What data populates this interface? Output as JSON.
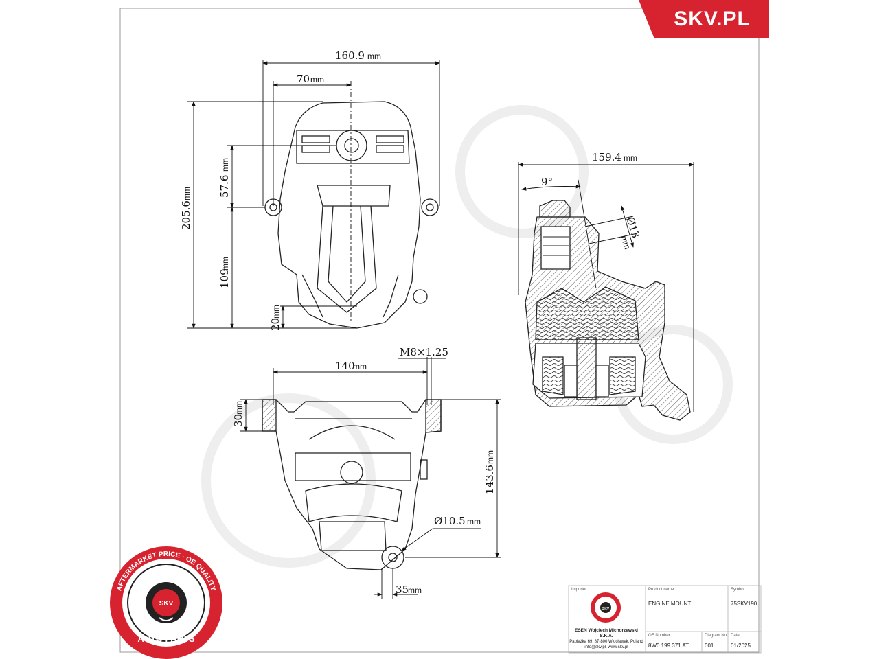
{
  "brand": {
    "name": "SKV.PL",
    "badge_ring_text": "AFTERMARKET PRICE · OE QUALITY",
    "badge_center": "SKV",
    "badge_bottom": "AUTO PARTS",
    "colors": {
      "brand_red": "#d7232f",
      "line": "#222222",
      "background": "#ffffff"
    }
  },
  "dimensions": {
    "top_width": "160.9",
    "top_inner_width": "70",
    "total_height": "205.6",
    "upper_height": "57.6",
    "lower_height": "109",
    "foot_height": "20",
    "side_width": "159.4",
    "side_angle": "9°",
    "side_hole": "Ø13",
    "bottom_width": "140",
    "thread": "M8×1.25",
    "flange_height": "30",
    "bottom_height": "143.6",
    "bottom_hole": "Ø10.5",
    "bottom_offset": "35",
    "unit": "mm"
  },
  "title_block": {
    "importer_label": "Importer",
    "importer_name": "ESEN Wojciech Michorzewski S.K.A.",
    "importer_address": "Papieżka 69, 87-800 Włocławek, Poland",
    "importer_contact": "info@skv.pl, www.skv.pl",
    "product_label": "Product name",
    "product_name": "ENGINE MOUNT",
    "symbol_label": "Symbol",
    "symbol_value": "75SKV190",
    "oe_label": "OE Number",
    "oe_value": "8W0 199 371 AT",
    "diagram_label": "Diagram No.",
    "diagram_value": "001",
    "date_label": "Date",
    "date_value": "01/2025"
  }
}
